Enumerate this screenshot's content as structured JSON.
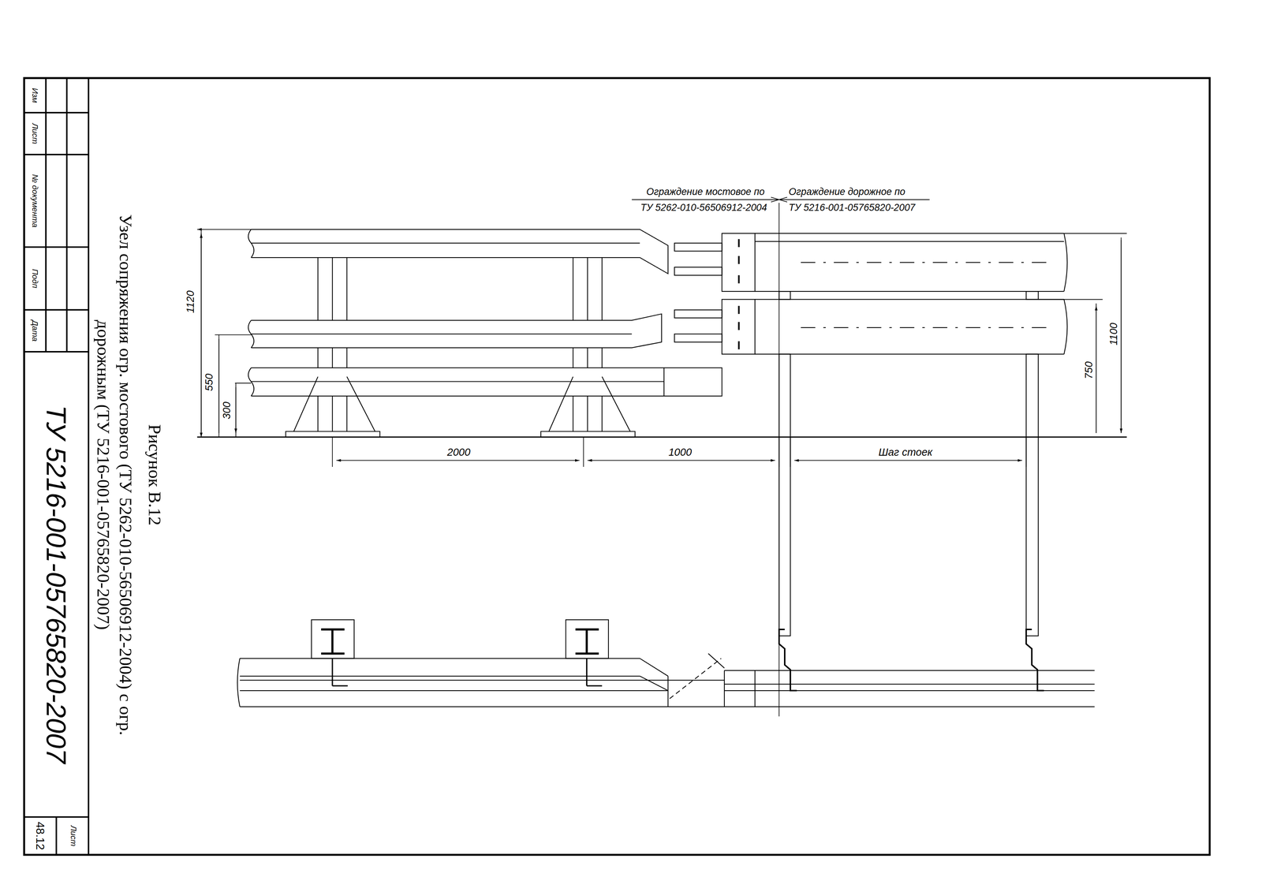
{
  "diagram": {
    "title": "Рисунок В.12",
    "caption": "Узел сопряжения огр. мостового (ТУ 5262-010-56506912-2004) с огр. дорожным (ТУ 5216-001-05765820-2007)",
    "labels": [
      "Изм",
      "Лист",
      "№ документа",
      "Подп",
      "Дата",
      "ТУ 5216-001-05765820-2007",
      "Лист",
      "48.12",
      "Ограждение мостовое по",
      "ТУ 5262-010-56506912-2004",
      "Ограждение дорожное по",
      "ТУ 5216-001-05765820-2007",
      "1120",
      "550",
      "300",
      "2000",
      "1000",
      "Шаг стоек",
      "750",
      "1100"
    ]
  }
}
